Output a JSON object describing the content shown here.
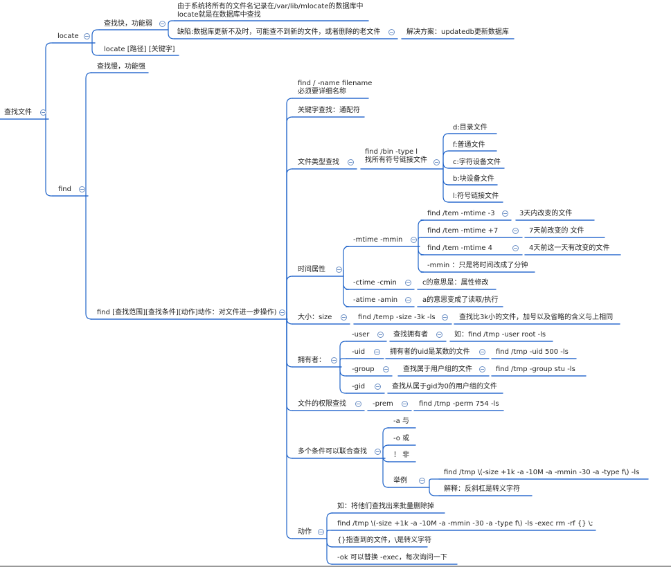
{
  "colors": {
    "branch": "#1f63c9",
    "underline": "#2e6dcf",
    "collapse": "#6b8fc4"
  },
  "mindmap": {
    "root": "查找文件",
    "locate": {
      "label": "locate",
      "fast": "查找快，功能弱",
      "desc_line1": "由于系统将所有的文件名记录在/var/lib/mlocate的数据库中",
      "desc_line2": "locate就是在数据库中查找",
      "drawback": "缺陷:数据库更新不及时，可能查不到新的文件，或者删除的老文件",
      "solution": "解决方案：updatedb更新数据库",
      "usage": "locate [路径] [关键字]"
    },
    "find": {
      "label": "find",
      "slow": "查找慢，功能强",
      "syntax": "find [查找范围][查找条件][动作]动作：对文件进一步操作)",
      "name_line1": "find / -name filename",
      "name_line2": "必须要详细名称",
      "keyword": "关键字查找：通配符",
      "type": {
        "label": "文件类型查找",
        "example_line1": "find /bin -type l",
        "example_line2": "找所有符号链接文件",
        "items": [
          "d:目录文件",
          "f:普通文件",
          "c:字符设备文件",
          "b:块设备文件",
          "l:符号链接文件"
        ]
      },
      "time": {
        "label": "时间属性",
        "mtime": "-mtime -mmin",
        "m_minus": "find /tem -mtime -3",
        "m_minus_desc": "3天内改变的文件",
        "m_plus": "find /tem -mtime +7",
        "m_plus_desc": "7天前改变的 文件",
        "m_eq": "find /tem -mtime 4",
        "m_eq_desc": "4天前这一天有改变的文件",
        "mmin_note": "-mmin ：只是将时间改成了分钟",
        "ctime": "-ctime -cmin",
        "ctime_desc": "c的意思是：属性修改",
        "atime": "-atime -amin",
        "atime_desc": "a的意思变成了读取/执行"
      },
      "size": {
        "label": "大小：size",
        "example": "find /temp -size -3k -ls",
        "desc": "查找比3k小的文件，加号以及省略的含义与上相同"
      },
      "owner": {
        "label": "拥有者：",
        "user": "-user",
        "user_desc": "查找拥有者",
        "user_ex": "如：find /tmp -user root -ls",
        "uid": "-uid",
        "uid_desc": "拥有者的uid是某数的文件",
        "uid_ex": "find /tmp -uid 500 -ls",
        "group": "-group",
        "group_desc": "查找属于用户组的文件",
        "group_ex": "find /tmp -group stu -ls",
        "gid": "-gid",
        "gid_desc": "查找从属于gid为0的用户组的文件"
      },
      "perm": {
        "label": "文件的权限查找",
        "opt": "-prem",
        "example": "find /tmp -perm 754 -ls"
      },
      "combine": {
        "label": "多个条件可以联合查找",
        "and": "-a 与",
        "or": "-o 或",
        "not": "！ 非",
        "example_label": "举例",
        "example": "find /tmp \\(-size +1k -a -10M -a -mmin -30 -a -type f\\) -ls",
        "explain": "解释：反斜杠是转义字符"
      },
      "action": {
        "label": "动作",
        "item1": "如：将他们查找出来批量删除掉",
        "item2": "find /tmp \\(-size +1k -a -10M -a -mmin -30 -a -type f\\) -ls -exec rm -rf {} \\;",
        "item3": "{}指查到的文件，\\是转义字符",
        "item4": "-ok 可以替换 -exec，每次询问一下"
      }
    }
  }
}
